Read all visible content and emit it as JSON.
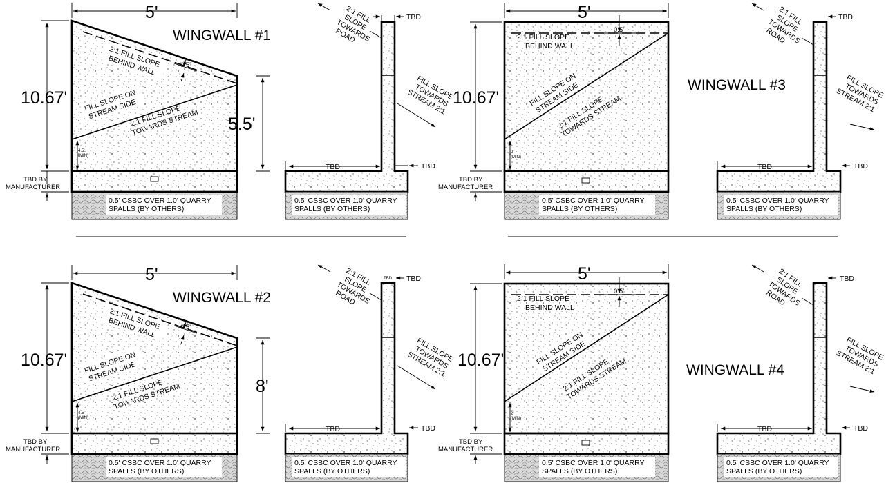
{
  "wingwalls": [
    {
      "title": "WINGWALL #1",
      "width_dim": "5'",
      "height_dim": "10.67'",
      "side_dim": "5.5'",
      "fill_behind": [
        "2:1 FILL SLOPE",
        "BEHIND WALL"
      ],
      "offset": "0.5'",
      "fill_stream_side": [
        "FILL SLOPE ON",
        "STREAM SIDE"
      ],
      "fill_towards_stream": [
        "2:1 FILL SLOPE",
        "TOWARDS STREAM"
      ],
      "min_note": [
        "4.5'",
        "(MIN)"
      ],
      "tbd_manufacturer": [
        "TBD BY",
        "MANUFACTURER"
      ],
      "base_note": [
        "0.5' CSBC OVER 1.0' QUARRY",
        "SPALLS (BY OTHERS)"
      ],
      "section": {
        "road_note": [
          "2:1 FILL",
          "SLOPE",
          "TOWARDS",
          "ROAD"
        ],
        "stream_note": [
          "FILL SLOPE",
          "TOWARDS",
          "STREAM 2:1"
        ],
        "top_tbd": "TBD",
        "heel_tbd": "TBD",
        "toe_tbd": "TBD",
        "base_note": [
          "0.5' CSBC OVER 1.0' QUARRY",
          "SPALLS (BY OTHERS)"
        ]
      }
    },
    {
      "title": "WINGWALL #3",
      "width_dim": "5'",
      "height_dim": "10.67'",
      "offset": "0.5'",
      "fill_behind": [
        "2:1 FILL SLOPE",
        "BEHIND WALL"
      ],
      "fill_stream_side": [
        "FILL SLOPE ON",
        "STREAM SIDE"
      ],
      "fill_towards_stream": [
        "2:1 FILL SLOPE",
        "TOWARDS STREAM"
      ],
      "min_note": [
        "2'",
        "(MIN)"
      ],
      "tbd_manufacturer": [
        "TBD BY",
        "MANUFACTURER"
      ],
      "base_note": [
        "0.5' CSBC OVER 1.0' QUARRY",
        "SPALLS (BY OTHERS)"
      ],
      "section": {
        "road_note": [
          "2:1 FILL",
          "SLOPE",
          "TOWARDS",
          "ROAD"
        ],
        "stream_note": [
          "FILL SLOPE",
          "TOWARDS",
          "STREAM 2:1"
        ],
        "top_tbd": "TBD",
        "heel_tbd": "TBD",
        "toe_tbd": "TBD",
        "base_note": [
          "0.5' CSBC OVER 1.0' QUARRY",
          "SPALLS (BY OTHERS)"
        ]
      }
    },
    {
      "title": "WINGWALL #2",
      "width_dim": "5'",
      "height_dim": "10.67'",
      "side_dim": "8'",
      "fill_behind": [
        "2:1 FILL SLOPE",
        "BEHIND WALL"
      ],
      "offset": "0.5'",
      "fill_stream_side": [
        "FILL SLOPE ON",
        "STREAM SIDE"
      ],
      "fill_towards_stream": [
        "2:1 FILL SLOPE",
        "TOWARDS STREAM"
      ],
      "min_note": [
        "4.5'",
        "(MIN)"
      ],
      "tbd_manufacturer": [
        "TBD BY",
        "MANUFACTURER"
      ],
      "base_note": [
        "0.5' CSBC OVER 1.0' QUARRY",
        "SPALLS (BY OTHERS)"
      ],
      "section": {
        "road_note": [
          "2:1 FILL",
          "SLOPE",
          "TOWARDS",
          "ROAD"
        ],
        "stream_note": [
          "FILL SLOPE",
          "TOWARDS",
          "STREAM 2:1"
        ],
        "top_tbd": "TBD",
        "top_tbd2": "TBD",
        "heel_tbd": "TBD",
        "toe_tbd": "TBD",
        "base_note": [
          "0.5' CSBC OVER 1.0' QUARRY",
          "SPALLS (BY OTHERS)"
        ]
      }
    },
    {
      "title": "WINGWALL #4",
      "width_dim": "5'",
      "height_dim": "10.67'",
      "offset": "0.5'",
      "fill_behind": [
        "2:1 FILL SLOPE",
        "BEHIND WALL"
      ],
      "fill_stream_side": [
        "FILL SLOPE ON",
        "STREAM SIDE"
      ],
      "fill_towards_stream": [
        "2:1 FILL SLOPE",
        "TOWARDS STREAM"
      ],
      "min_note": [
        "2'",
        "(MIN)"
      ],
      "tbd_manufacturer": [
        "TBD BY",
        "MANUFACTURER"
      ],
      "base_note": [
        "0.5' CSBC OVER 1.0' QUARRY",
        "SPALLS (BY OTHERS)"
      ],
      "section": {
        "road_note": [
          "2:1 FILL",
          "SLOPE",
          "TOWARDS",
          "ROAD"
        ],
        "stream_note": [
          "FILL SLOPE",
          "TOWARDS",
          "STREAM 2:1"
        ],
        "top_tbd": "TBD",
        "heel_tbd": "TBD",
        "toe_tbd": "TBD",
        "base_note": [
          "0.5' CSBC OVER 1.0' QUARRY",
          "SPALLS (BY OTHERS)"
        ]
      }
    }
  ]
}
